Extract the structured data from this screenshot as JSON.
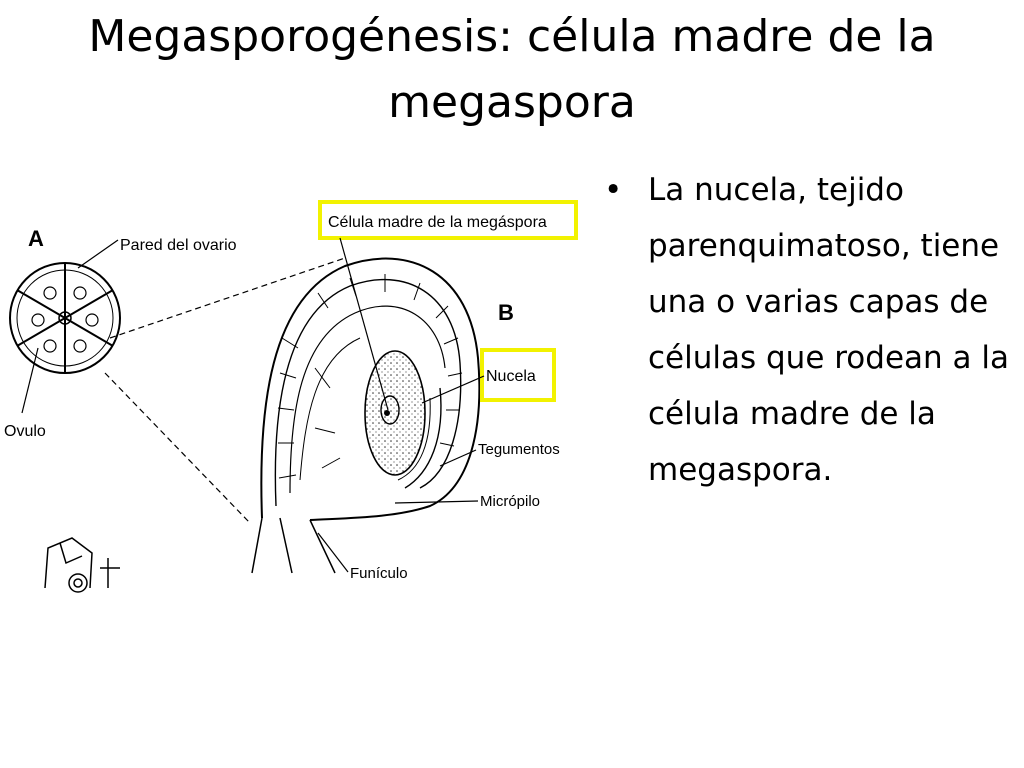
{
  "slide": {
    "title_lines": [
      "Megasporogénesis: célula madre de la",
      "megaspora"
    ],
    "bullets": [
      "La nucela, tejido parenquimatoso, tiene una o varias capas de células que rodean a la célula madre de la megaspora."
    ]
  },
  "diagram": {
    "panel_a_letter": "A",
    "panel_b_letter": "B",
    "labels": {
      "pared_ovario": "Pared del ovario",
      "ovulo": "Ovulo",
      "celula_madre": "Célula madre de la megáspora",
      "nucela": "Nucela",
      "tegumentos": "Tegumentos",
      "micropilo": "Micrópilo",
      "funiculo": "Funículo"
    },
    "highlight_color": "#f2f200"
  }
}
